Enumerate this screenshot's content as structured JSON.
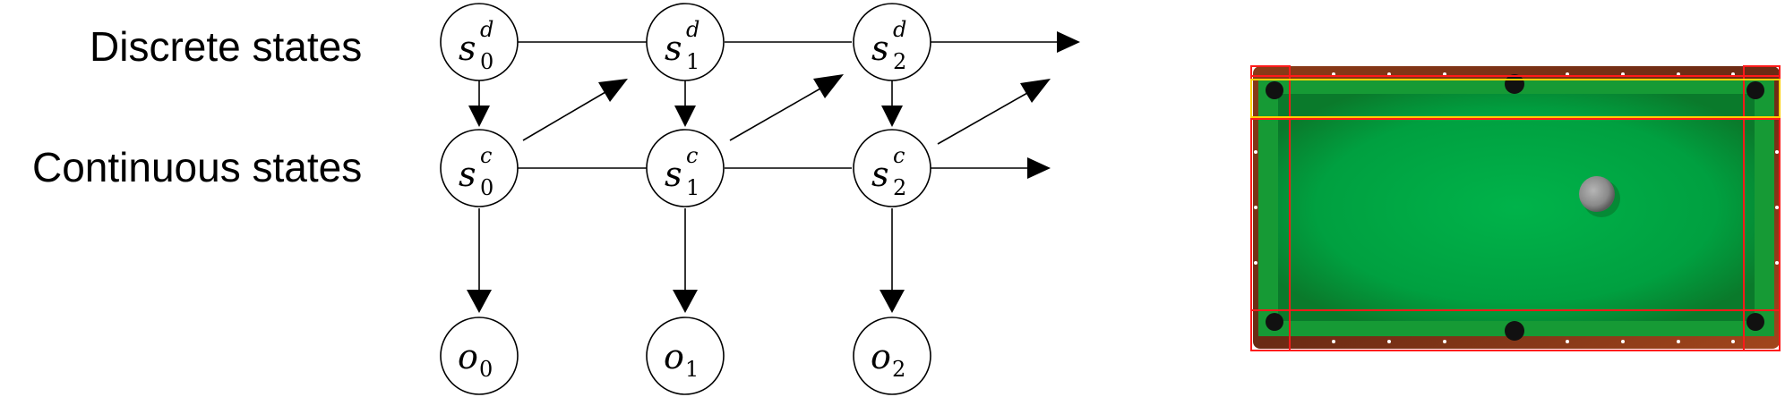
{
  "labels": {
    "discrete": "Discrete states",
    "continuous": "Continuous states"
  },
  "nodes": {
    "d0": {
      "base": "s",
      "sub": "0",
      "sup": "d"
    },
    "d1": {
      "base": "s",
      "sub": "1",
      "sup": "d"
    },
    "d2": {
      "base": "s",
      "sub": "2",
      "sup": "d"
    },
    "c0": {
      "base": "s",
      "sub": "0",
      "sup": "c"
    },
    "c1": {
      "base": "s",
      "sub": "1",
      "sup": "c"
    },
    "c2": {
      "base": "s",
      "sub": "2",
      "sup": "c"
    },
    "o0": {
      "base": "o",
      "sub": "0",
      "sup": ""
    },
    "o1": {
      "base": "o",
      "sub": "1",
      "sup": ""
    },
    "o2": {
      "base": "o",
      "sub": "2",
      "sup": ""
    }
  },
  "colors": {
    "table_frame_brown": "#6b2a14",
    "table_rail_brown": "#7b3518",
    "felt_green": "#00b34a",
    "felt_dark": "#0a7a2b",
    "cushion_green": "#169a35",
    "pocket_black": "#111111",
    "ball_gray": "#8a8a8a",
    "box_red": "#ff1a1a",
    "box_yellow": "#ffd000",
    "diamond_white": "#ffffff"
  },
  "icons": {
    "pool_table": "pool-table-illustration",
    "cue_ball": "gray-ball"
  }
}
